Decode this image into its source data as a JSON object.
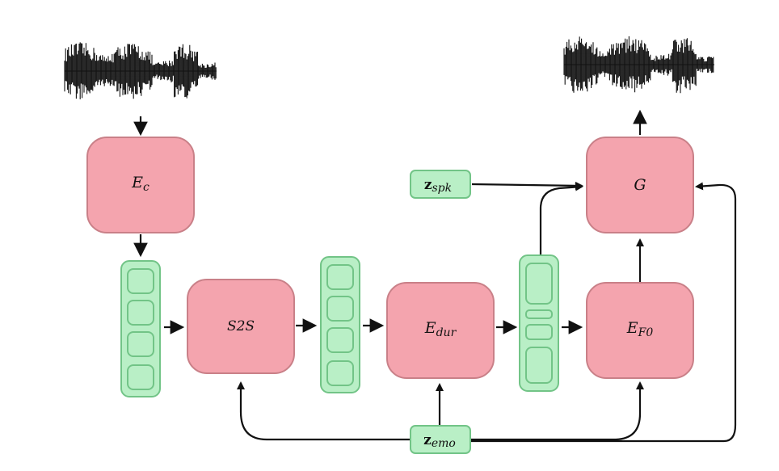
{
  "diagram": {
    "blocks": {
      "ec": {
        "main": "E",
        "sub": "c"
      },
      "s2s": {
        "main": "S2S",
        "sub": ""
      },
      "edur": {
        "main": "E",
        "sub": "dur"
      },
      "ef0": {
        "main": "E",
        "sub": "F0"
      },
      "g": {
        "main": "G",
        "sub": ""
      }
    },
    "latents": {
      "zspk": {
        "main": "z",
        "sub": "spk"
      },
      "zemo": {
        "main": "z",
        "sub": "emo"
      }
    },
    "waveforms": [
      "input-waveform",
      "output-waveform"
    ],
    "colors": {
      "block_fill": "#f4a4ae",
      "block_stroke": "#c98088",
      "feature_fill": "#b9efc6",
      "feature_stroke": "#72c487",
      "arrow": "#111111"
    }
  }
}
